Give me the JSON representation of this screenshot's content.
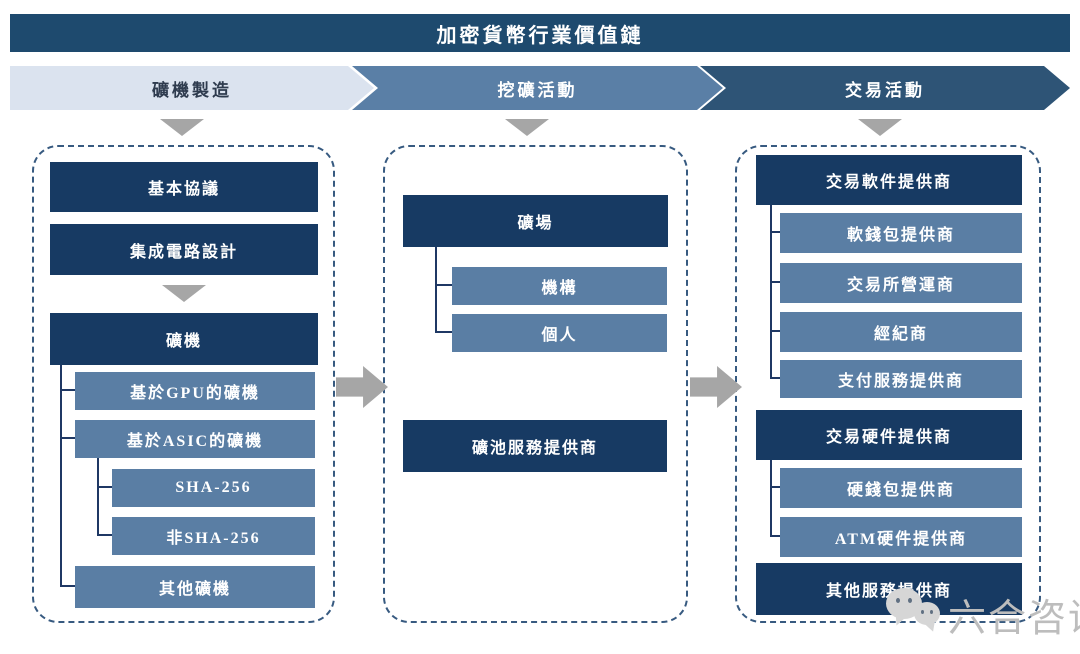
{
  "title": "加密貨幣行業價值鏈",
  "stages": [
    {
      "label": "礦機製造"
    },
    {
      "label": "挖礦活動"
    },
    {
      "label": "交易活動"
    }
  ],
  "manufacturing": {
    "base_protocol": "基本協議",
    "ic_design": "集成電路設計",
    "mining_machine": "礦機",
    "gpu_machine": "基於GPU的礦機",
    "asic_machine": "基於ASIC的礦機",
    "sha256": "SHA-256",
    "non_sha256": "非SHA-256",
    "other_machines": "其他礦機"
  },
  "mining": {
    "mine_farm": "礦場",
    "institution": "機構",
    "individual": "個人",
    "pool_service_provider": "礦池服務提供商"
  },
  "trading": {
    "software_provider": "交易軟件提供商",
    "soft_wallet_provider": "軟錢包提供商",
    "exchange_operator": "交易所營運商",
    "broker": "經紀商",
    "payment_service_provider": "支付服務提供商",
    "hardware_provider": "交易硬件提供商",
    "hard_wallet_provider": "硬錢包提供商",
    "atm_hardware_provider": "ATM硬件提供商",
    "other_service_provider": "其他服務提供商"
  },
  "watermark": {
    "text": "六合咨询",
    "icon": "wechat-icon"
  },
  "colors": {
    "title_bar": "#1e4a6e",
    "dark_box": "#173a63",
    "medium_box": "#5a7ea4",
    "stage1_fill": "#dbe3ef",
    "stage1_text": "#2e3b4e",
    "stage2_fill": "#5a7fa6",
    "stage3_fill": "#2e5476",
    "arrow_gray": "#a6a6a6",
    "dashed_border": "#375a80",
    "connector_line": "#1f3864"
  }
}
